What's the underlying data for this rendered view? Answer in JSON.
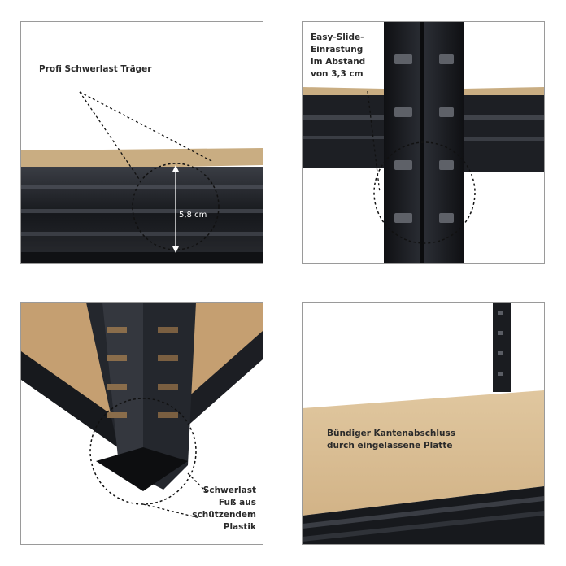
{
  "panels": [
    {
      "name": "heavy-duty-beam",
      "caption": "Profi Schwerlast Träger",
      "measurement": "5,8 cm"
    },
    {
      "name": "easy-slide-upright",
      "caption_lines": [
        "Easy-Slide-",
        "Einrastung",
        "im Abstand",
        "von 3,3 cm"
      ]
    },
    {
      "name": "plastic-foot",
      "caption_lines": [
        "Schwerlast",
        "Fuß aus",
        "schützendem",
        "Plastik"
      ]
    },
    {
      "name": "flush-edge-shelf",
      "caption_lines": [
        "Bündiger Kantenabschluss",
        "durch eingelassene Platte"
      ]
    }
  ],
  "colors": {
    "board": "#d4b98e",
    "steel": "#1b1d22",
    "border": "#9a9a9a"
  }
}
